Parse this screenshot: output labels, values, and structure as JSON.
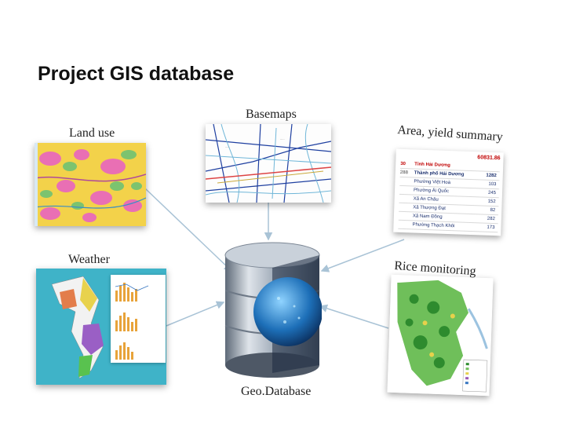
{
  "slide": {
    "title": "Project GIS database"
  },
  "diagram": {
    "hub_label": "Geo.Database",
    "sources": {
      "basemaps": "Basemaps",
      "land_use": "Land use",
      "area_yield": "Area, yield summary",
      "weather": "Weather",
      "rice_monitoring": "Rice monitoring"
    }
  },
  "summary_table": {
    "top_value": "60831.86",
    "rows": [
      {
        "code": "30",
        "name": "Tỉnh Hải Dương",
        "value": "",
        "style": "red"
      },
      {
        "code": "288",
        "name": "Thành phố Hải Dương",
        "value": "1282",
        "style": "bold"
      },
      {
        "code": "",
        "name": "Phường Việt Hoà",
        "value": "103",
        "style": ""
      },
      {
        "code": "",
        "name": "Phường Ái Quốc",
        "value": "245",
        "style": ""
      },
      {
        "code": "",
        "name": "Xã An Châu",
        "value": "152",
        "style": ""
      },
      {
        "code": "",
        "name": "Xã Thượng Đạt",
        "value": "82",
        "style": ""
      },
      {
        "code": "",
        "name": "Xã Nam Đồng",
        "value": "282",
        "style": ""
      },
      {
        "code": "",
        "name": "Phường Thạch Khôi",
        "value": "173",
        "style": ""
      }
    ]
  },
  "colors": {
    "connector": "#a9c3d6",
    "cylinder": "#8f9aa8",
    "globe": "#1d6fb8"
  }
}
